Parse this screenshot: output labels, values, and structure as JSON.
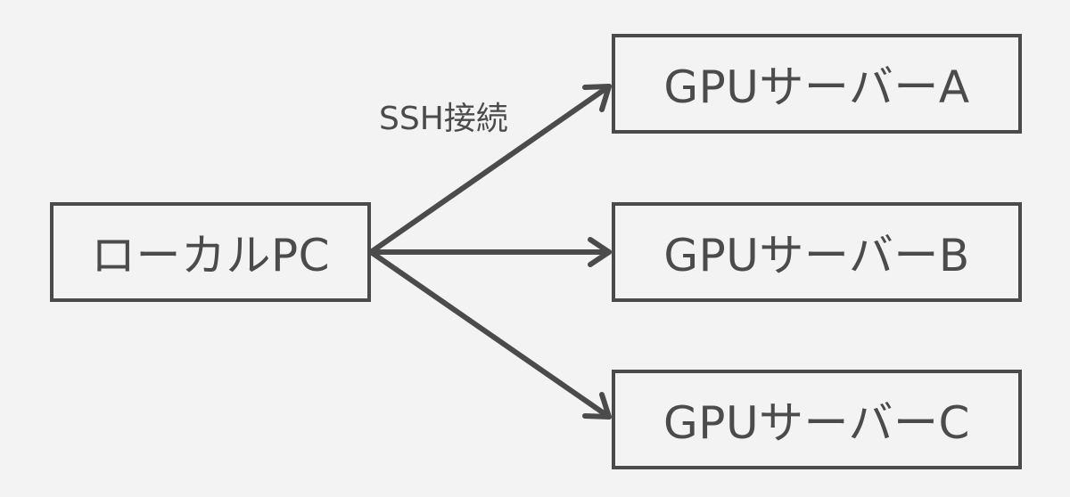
{
  "diagram": {
    "nodes": {
      "local": {
        "label": "ローカルPC"
      },
      "server_a": {
        "label": "GPUサーバーA"
      },
      "server_b": {
        "label": "GPUサーバーB"
      },
      "server_c": {
        "label": "GPUサーバーC"
      }
    },
    "edge_label": "SSH接続",
    "colors": {
      "background": "#f3f3f3",
      "stroke": "#4b4b4b",
      "text": "#4b4b4b"
    }
  }
}
